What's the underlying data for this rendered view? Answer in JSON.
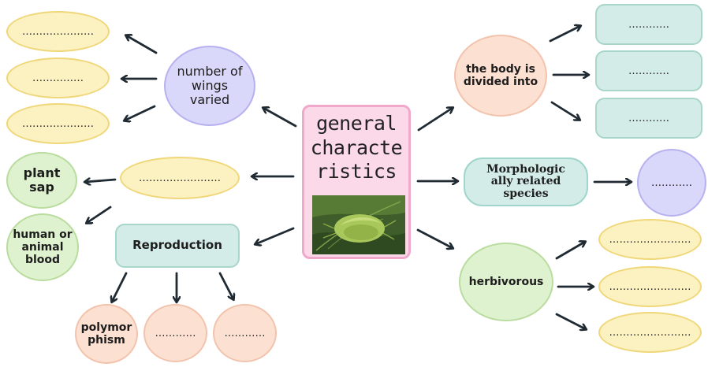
{
  "center": {
    "title": "general\ncharacte\nristics",
    "image": "stink-bug-photo"
  },
  "nodes": {
    "wings": "number of\nwings\nvaried",
    "wings_blanks": [
      "…………………",
      "……………",
      "…………………"
    ],
    "food_blank": "……………………",
    "food_items": [
      "plant\nsap",
      "human or\nanimal\nblood"
    ],
    "reproduction": "Reproduction",
    "repro_items": [
      "polymor\nphism",
      "…………",
      "…………"
    ],
    "body": "the body is\ndivided into",
    "body_blanks": [
      "…………",
      "…………",
      "…………"
    ],
    "morph": "Morphologic\nally related\nspecies",
    "morph_blank": "…………",
    "herbivorous": "herbivorous",
    "herb_blanks": [
      "……………………",
      "……………………",
      "……………………"
    ]
  },
  "colors": {
    "yellow": "#fbf1c1",
    "purple": "#d9d7fa",
    "peach": "#fce0d2",
    "green": "#dff2cf",
    "teal": "#d4ece7",
    "pink": "#fbd9e9",
    "arrow": "#1f2a33"
  }
}
